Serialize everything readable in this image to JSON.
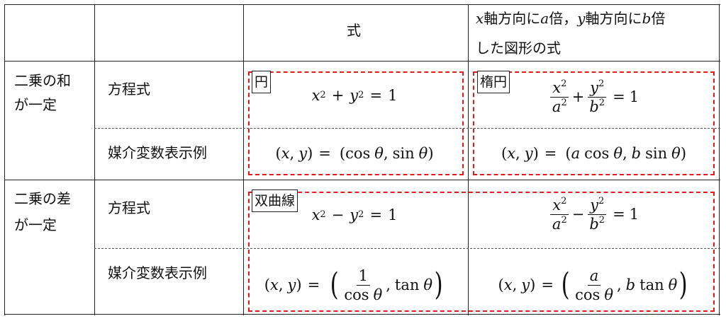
{
  "header": {
    "col_shiki": "式",
    "col_scaled_line1_parts": [
      "x",
      "軸方向に",
      "a",
      "倍，",
      "y",
      "軸方向に",
      "b",
      "倍"
    ],
    "col_scaled_line2": "した図形の式"
  },
  "rows": [
    {
      "group_label_line1": "二乗の和",
      "group_label_line2": "が一定",
      "sub_label_equation": "方程式",
      "sub_label_param": "媒介変数表示例",
      "tag_left": "円",
      "tag_right": "楕円",
      "eq_left": "x² + y² = 1",
      "eq_right": "x²/a² + y²/b² = 1",
      "param_left": "(x, y) = (cos θ, sin θ)",
      "param_right": "(x, y) = (a cos θ, b sin θ)"
    },
    {
      "group_label_line1": "二乗の差",
      "group_label_line2": "が一定",
      "sub_label_equation": "方程式",
      "sub_label_param": "媒介変数表示例",
      "tag_left": "双曲線",
      "eq_left": "x² − y² = 1",
      "eq_right": "x²/a² − y²/b² = 1",
      "param_left": "(x, y) = (1/cos θ, tan θ)",
      "param_right": "(x, y) = (a/cos θ, b tan θ)"
    }
  ],
  "colors": {
    "highlight_dashed": "#e11b1b",
    "rule": "#222222"
  }
}
